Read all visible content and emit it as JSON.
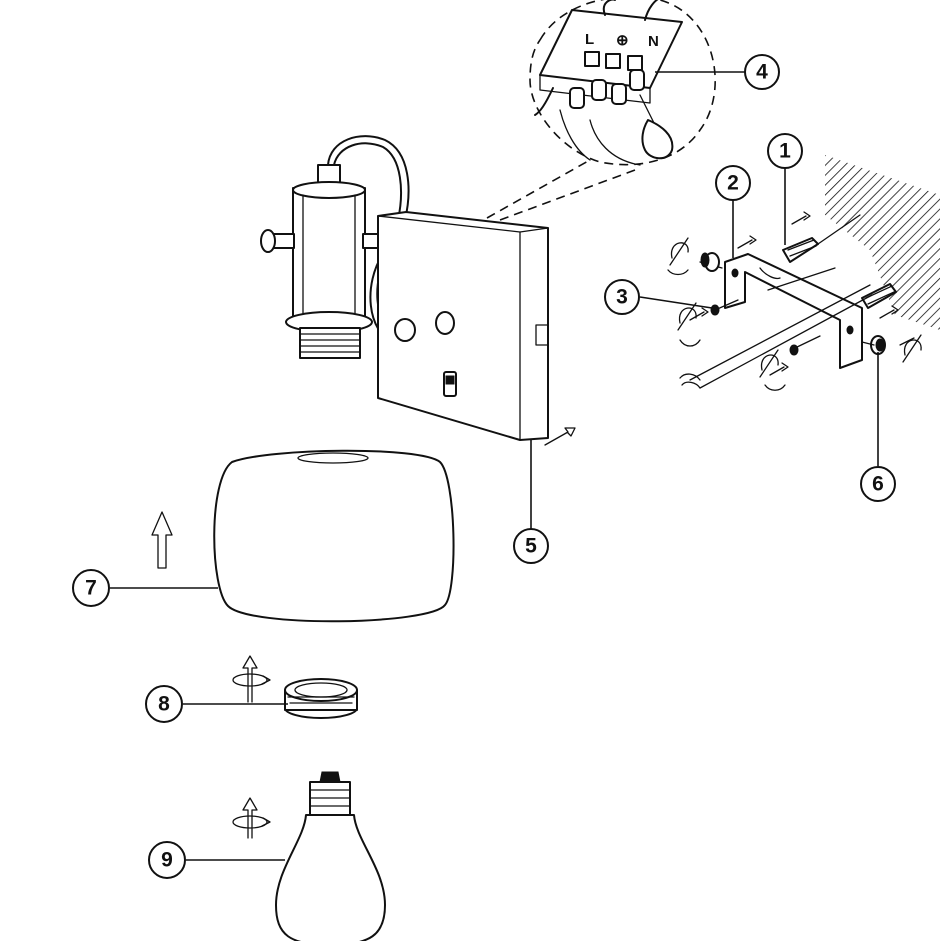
{
  "callouts": {
    "c1": "1",
    "c2": "2",
    "c3": "3",
    "c4": "4",
    "c5": "5",
    "c6": "6",
    "c7": "7",
    "c8": "8",
    "c9": "9"
  },
  "terminal_labels": [
    "L",
    "⊕",
    "N"
  ],
  "icons": {
    "rotate": "rotate-arrow-icon",
    "push": "push-arrow-icon",
    "up": "up-arrow-icon"
  }
}
